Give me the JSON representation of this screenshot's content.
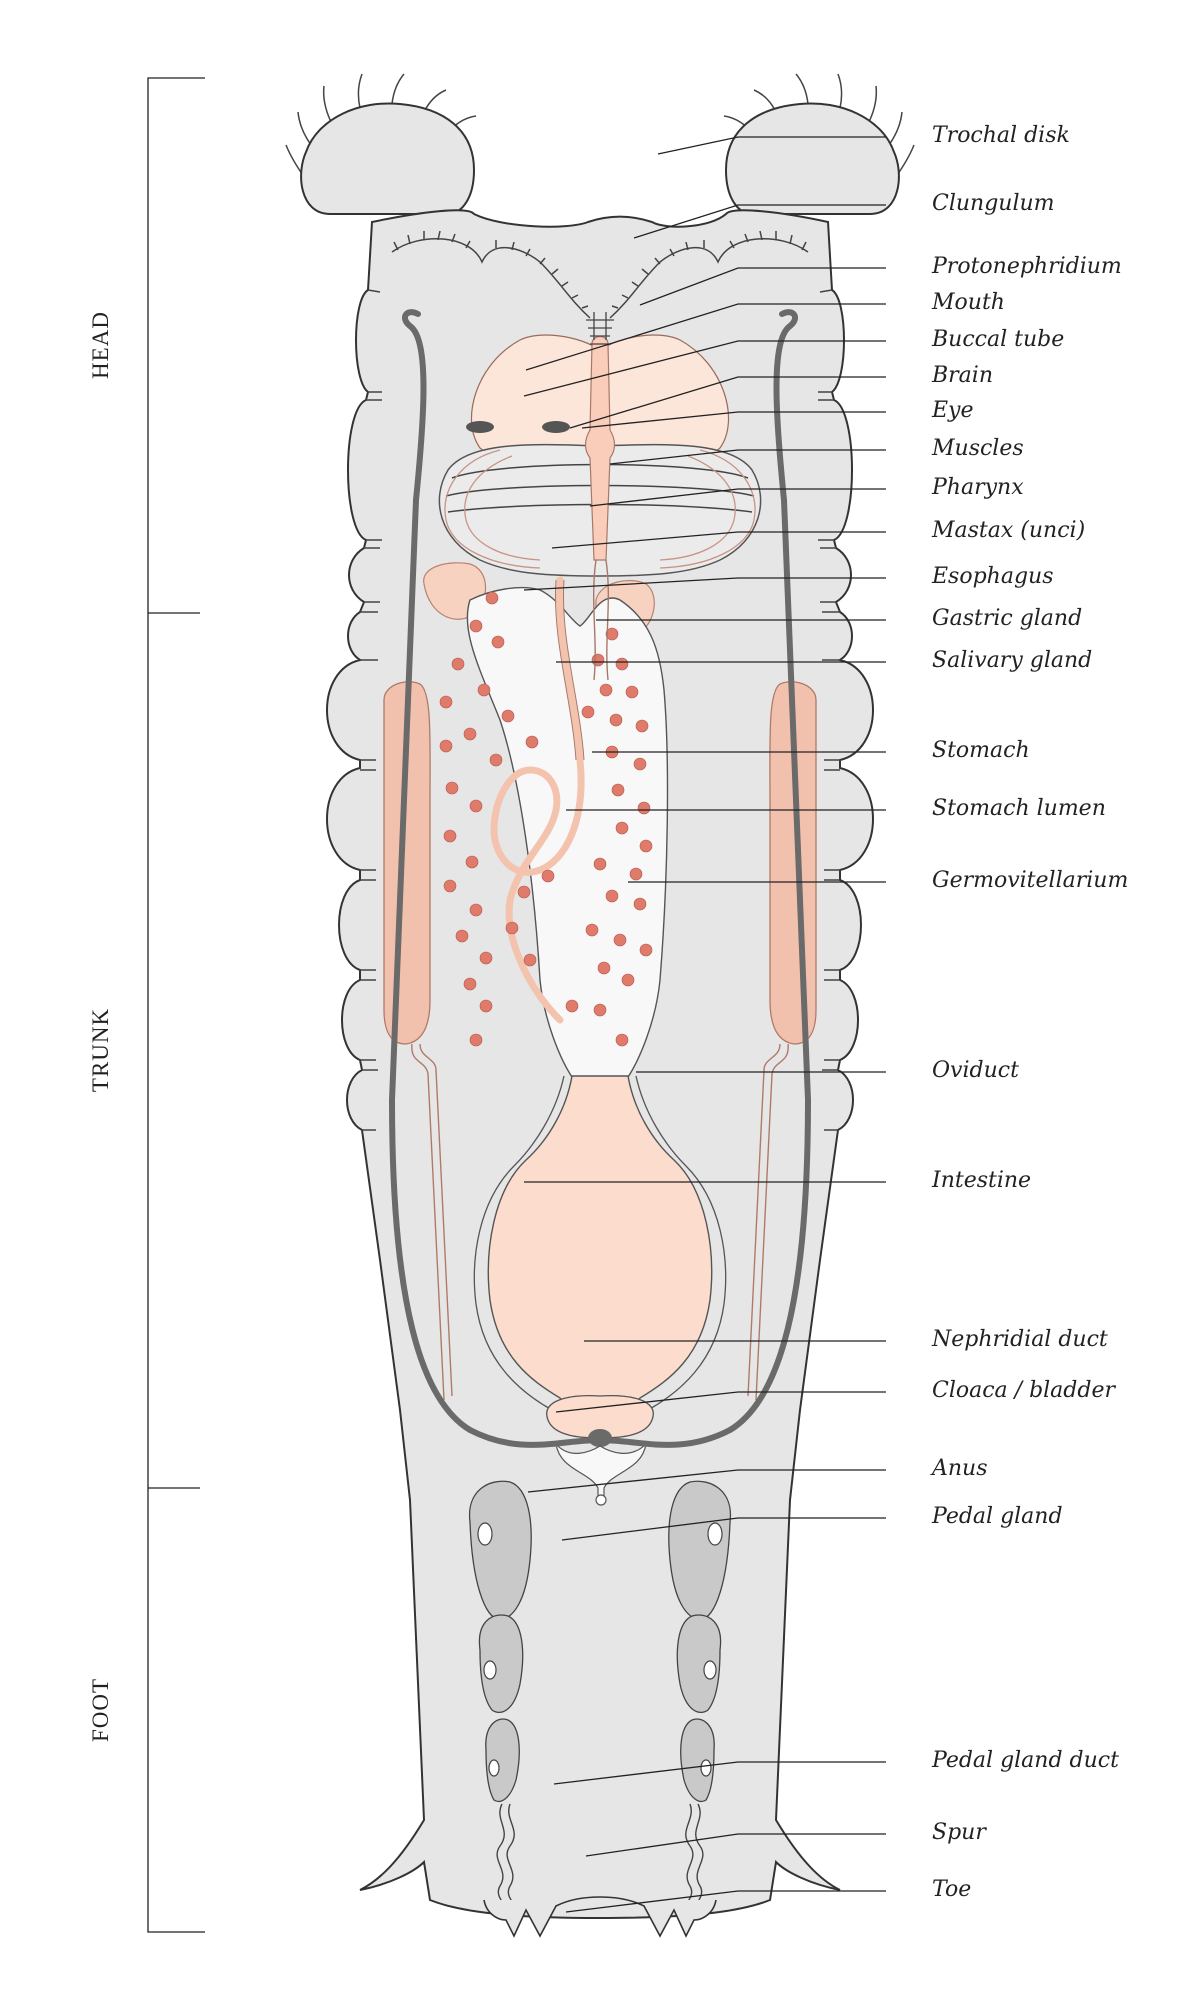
{
  "sections": [
    "HEAD",
    "TRUNK",
    "FOOT"
  ],
  "labels": [
    "Trochal disk",
    "Clungulum",
    "Protonephridium",
    "Mouth",
    "Buccal tube",
    "Brain",
    "Eye",
    "Muscles",
    "Pharynx",
    "Mastax (unci)",
    "Esophagus",
    "Gastric gland",
    "Salivary gland",
    "Stomach",
    "Stomach lumen",
    "Germovitellarium",
    "Oviduct",
    "Intestine",
    "Nephridial duct",
    "Cloaca / bladder",
    "Anus",
    "Pedal gland",
    "Pedal gland duct",
    "Spur",
    "Toe"
  ],
  "colors": {
    "body": "#e6e6e6",
    "outline": "#333333",
    "organ_pink": "#fbdccd",
    "germ": "#f2c1ad",
    "dots": "#e07a6a",
    "gland_grey": "#c9c9c9",
    "nephridium": "#6a6a6a"
  }
}
